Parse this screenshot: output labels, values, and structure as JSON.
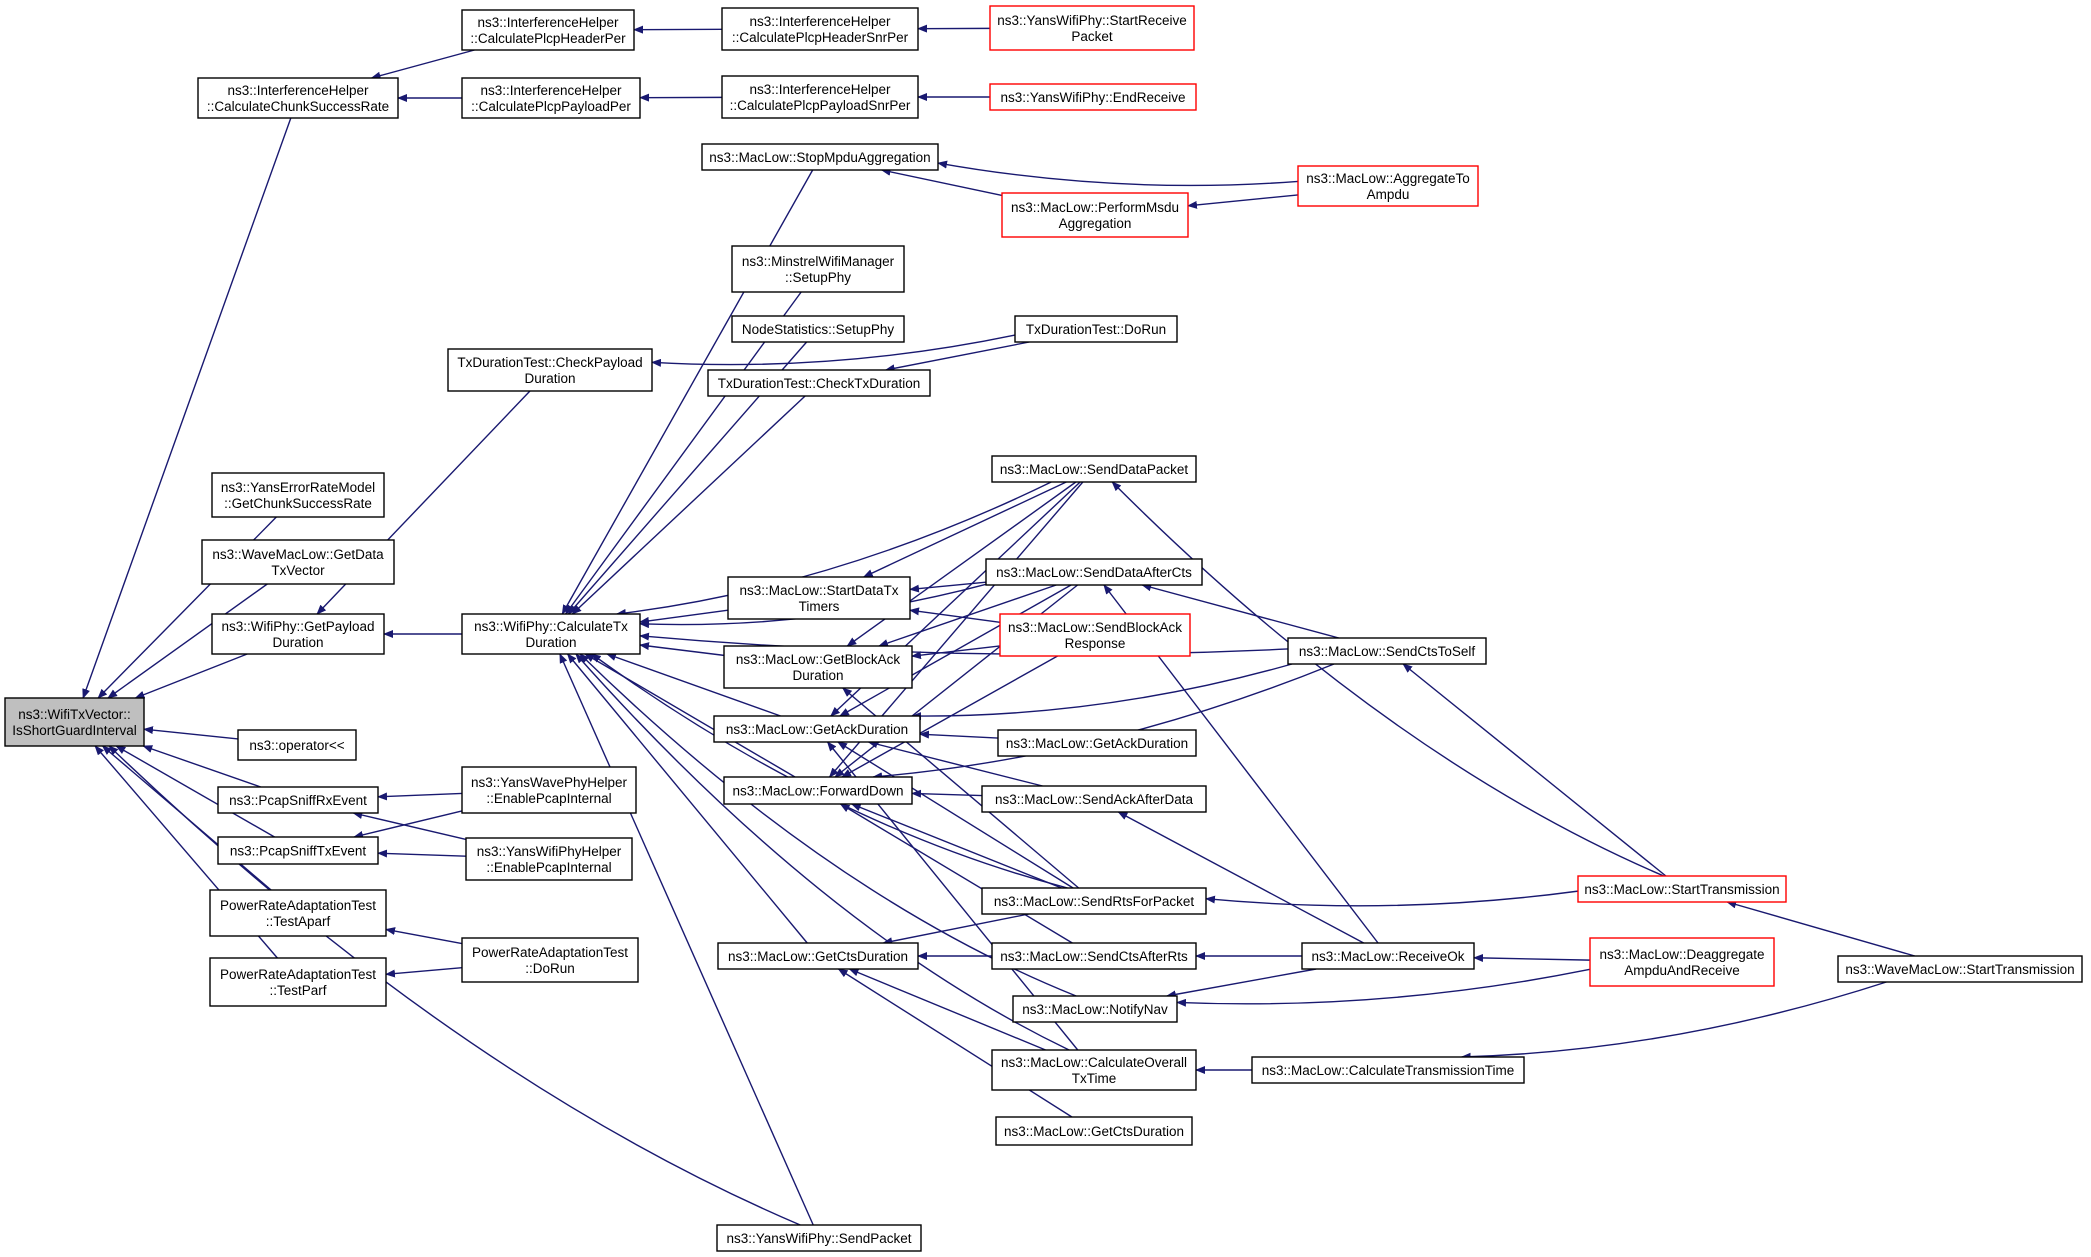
{
  "colors": {
    "edge": "#191970",
    "node_border": "#000000",
    "node_border_truncated": "#ff0000",
    "root_fill": "#bfbfbf",
    "node_fill": "#ffffff"
  },
  "nodes": [
    {
      "id": "root",
      "lines": [
        "ns3::WifiTxVector::",
        "IsShortGuardInterval"
      ],
      "style": "root"
    },
    {
      "id": "calcChunk",
      "lines": [
        "ns3::InterferenceHelper",
        "::CalculateChunkSuccessRate"
      ],
      "style": "normal"
    },
    {
      "id": "yansErr",
      "lines": [
        "ns3::YansErrorRateModel",
        "::GetChunkSuccessRate"
      ],
      "style": "normal"
    },
    {
      "id": "waveMacGet",
      "lines": [
        "ns3::WaveMacLow::GetData",
        "TxVector"
      ],
      "style": "normal"
    },
    {
      "id": "getPayload",
      "lines": [
        "ns3::WifiPhy::GetPayload",
        "Duration"
      ],
      "style": "normal"
    },
    {
      "id": "opLess",
      "lines": [
        "ns3::operator<<"
      ],
      "style": "normal"
    },
    {
      "id": "pcapRx",
      "lines": [
        "ns3::PcapSniffRxEvent"
      ],
      "style": "normal"
    },
    {
      "id": "pcapTx",
      "lines": [
        "ns3::PcapSniffTxEvent"
      ],
      "style": "normal"
    },
    {
      "id": "testAparf",
      "lines": [
        "PowerRateAdaptationTest",
        "::TestAparf"
      ],
      "style": "normal"
    },
    {
      "id": "testParf",
      "lines": [
        "PowerRateAdaptationTest",
        "::TestParf"
      ],
      "style": "normal"
    },
    {
      "id": "calcHdrPer",
      "lines": [
        "ns3::InterferenceHelper",
        "::CalculatePlcpHeaderPer"
      ],
      "style": "normal"
    },
    {
      "id": "calcPayPer",
      "lines": [
        "ns3::InterferenceHelper",
        "::CalculatePlcpPayloadPer"
      ],
      "style": "normal"
    },
    {
      "id": "checkPayload",
      "lines": [
        "TxDurationTest::CheckPayload",
        "Duration"
      ],
      "style": "normal"
    },
    {
      "id": "calcTx",
      "lines": [
        "ns3::WifiPhy::CalculateTx",
        "Duration"
      ],
      "style": "normal"
    },
    {
      "id": "yansWavePhy",
      "lines": [
        "ns3::YansWavePhyHelper",
        "::EnablePcapInternal"
      ],
      "style": "normal"
    },
    {
      "id": "yansWifiPhyH",
      "lines": [
        "ns3::YansWifiPhyHelper",
        "::EnablePcapInternal"
      ],
      "style": "normal"
    },
    {
      "id": "praDoRun",
      "lines": [
        "PowerRateAdaptationTest",
        "::DoRun"
      ],
      "style": "normal"
    },
    {
      "id": "calcHdrSnr",
      "lines": [
        "ns3::InterferenceHelper",
        "::CalculatePlcpHeaderSnrPer"
      ],
      "style": "normal"
    },
    {
      "id": "calcPaySnr",
      "lines": [
        "ns3::InterferenceHelper",
        "::CalculatePlcpPayloadSnrPer"
      ],
      "style": "normal"
    },
    {
      "id": "stopMpdu",
      "lines": [
        "ns3::MacLow::StopMpduAggregation"
      ],
      "style": "normal"
    },
    {
      "id": "minstrel",
      "lines": [
        "ns3::MinstrelWifiManager",
        "::SetupPhy"
      ],
      "style": "normal"
    },
    {
      "id": "nodeStats",
      "lines": [
        "NodeStatistics::SetupPhy"
      ],
      "style": "normal"
    },
    {
      "id": "checkTxDur",
      "lines": [
        "TxDurationTest::CheckTxDuration"
      ],
      "style": "normal"
    },
    {
      "id": "startDataTx",
      "lines": [
        "ns3::MacLow::StartDataTx",
        "Timers"
      ],
      "style": "normal"
    },
    {
      "id": "getBlockAck",
      "lines": [
        "ns3::MacLow::GetBlockAck",
        "Duration"
      ],
      "style": "normal"
    },
    {
      "id": "getAckDur",
      "lines": [
        "ns3::MacLow::GetAckDuration"
      ],
      "style": "normal"
    },
    {
      "id": "forwardDown",
      "lines": [
        "ns3::MacLow::ForwardDown"
      ],
      "style": "normal"
    },
    {
      "id": "getCtsDur",
      "lines": [
        "ns3::MacLow::GetCtsDuration"
      ],
      "style": "normal"
    },
    {
      "id": "yansSendPkt",
      "lines": [
        "ns3::YansWifiPhy::SendPacket"
      ],
      "style": "normal"
    },
    {
      "id": "yansStartRecv",
      "lines": [
        "ns3::YansWifiPhy::StartReceive",
        "Packet"
      ],
      "style": "truncated"
    },
    {
      "id": "yansEndRecv",
      "lines": [
        "ns3::YansWifiPhy::EndReceive"
      ],
      "style": "truncated"
    },
    {
      "id": "performMsdu",
      "lines": [
        "ns3::MacLow::PerformMsdu",
        "Aggregation"
      ],
      "style": "truncated"
    },
    {
      "id": "txDoRun",
      "lines": [
        "TxDurationTest::DoRun"
      ],
      "style": "normal"
    },
    {
      "id": "sendDataPkt",
      "lines": [
        "ns3::MacLow::SendDataPacket"
      ],
      "style": "normal"
    },
    {
      "id": "sendDataAfterCts",
      "lines": [
        "ns3::MacLow::SendDataAfterCts"
      ],
      "style": "normal"
    },
    {
      "id": "sendBlockAck",
      "lines": [
        "ns3::MacLow::SendBlockAck",
        "Response"
      ],
      "style": "truncated"
    },
    {
      "id": "getAckDur2",
      "lines": [
        "ns3::MacLow::GetAckDuration"
      ],
      "style": "normal"
    },
    {
      "id": "sendAckAfterData",
      "lines": [
        "ns3::MacLow::SendAckAfterData"
      ],
      "style": "normal"
    },
    {
      "id": "sendRts",
      "lines": [
        "ns3::MacLow::SendRtsForPacket"
      ],
      "style": "normal"
    },
    {
      "id": "sendCtsAfterRts",
      "lines": [
        "ns3::MacLow::SendCtsAfterRts"
      ],
      "style": "normal"
    },
    {
      "id": "notifyNav",
      "lines": [
        "ns3::MacLow::NotifyNav"
      ],
      "style": "normal"
    },
    {
      "id": "calcOverall",
      "lines": [
        "ns3::MacLow::CalculateOverall",
        "TxTime"
      ],
      "style": "normal"
    },
    {
      "id": "getCtsDur2",
      "lines": [
        "ns3::MacLow::GetCtsDuration"
      ],
      "style": "normal"
    },
    {
      "id": "aggToAmpdu",
      "lines": [
        "ns3::MacLow::AggregateTo",
        "Ampdu"
      ],
      "style": "truncated"
    },
    {
      "id": "sendCtsToSelf",
      "lines": [
        "ns3::MacLow::SendCtsToSelf"
      ],
      "style": "normal"
    },
    {
      "id": "receiveOk",
      "lines": [
        "ns3::MacLow::ReceiveOk"
      ],
      "style": "normal"
    },
    {
      "id": "calcTransTime",
      "lines": [
        "ns3::MacLow::CalculateTransmissionTime"
      ],
      "style": "normal"
    },
    {
      "id": "startTrans",
      "lines": [
        "ns3::MacLow::StartTransmission"
      ],
      "style": "truncated"
    },
    {
      "id": "deaggregate",
      "lines": [
        "ns3::MacLow::Deaggregate",
        "AmpduAndReceive"
      ],
      "style": "truncated"
    },
    {
      "id": "waveStartTrans",
      "lines": [
        "ns3::WaveMacLow::StartTransmission"
      ],
      "style": "normal"
    }
  ],
  "edges": [
    [
      "calcChunk",
      "root"
    ],
    [
      "yansErr",
      "root"
    ],
    [
      "waveMacGet",
      "root"
    ],
    [
      "getPayload",
      "root"
    ],
    [
      "opLess",
      "root"
    ],
    [
      "pcapRx",
      "root"
    ],
    [
      "pcapTx",
      "root"
    ],
    [
      "testAparf",
      "root"
    ],
    [
      "testParf",
      "root"
    ],
    [
      "yansSendPkt",
      "root"
    ],
    [
      "calcHdrPer",
      "calcChunk"
    ],
    [
      "calcPayPer",
      "calcChunk"
    ],
    [
      "calcHdrSnr",
      "calcHdrPer"
    ],
    [
      "calcPaySnr",
      "calcPayPer"
    ],
    [
      "yansStartRecv",
      "calcHdrSnr"
    ],
    [
      "yansEndRecv",
      "calcPaySnr"
    ],
    [
      "checkPayload",
      "getPayload"
    ],
    [
      "calcTx",
      "getPayload"
    ],
    [
      "txDoRun",
      "checkPayload"
    ],
    [
      "yansWavePhy",
      "pcapRx"
    ],
    [
      "yansWifiPhyH",
      "pcapRx"
    ],
    [
      "yansWavePhy",
      "pcapTx"
    ],
    [
      "yansWifiPhyH",
      "pcapTx"
    ],
    [
      "praDoRun",
      "testAparf"
    ],
    [
      "praDoRun",
      "testParf"
    ],
    [
      "stopMpdu",
      "calcTx"
    ],
    [
      "minstrel",
      "calcTx"
    ],
    [
      "nodeStats",
      "calcTx"
    ],
    [
      "checkTxDur",
      "calcTx"
    ],
    [
      "startDataTx",
      "calcTx"
    ],
    [
      "getBlockAck",
      "calcTx"
    ],
    [
      "getAckDur",
      "calcTx"
    ],
    [
      "forwardDown",
      "calcTx"
    ],
    [
      "getCtsDur",
      "calcTx"
    ],
    [
      "yansSendPkt",
      "calcTx"
    ],
    [
      "sendDataPkt",
      "calcTx"
    ],
    [
      "sendDataAfterCts",
      "calcTx"
    ],
    [
      "sendCtsToSelf",
      "calcTx"
    ],
    [
      "sendRts",
      "calcTx"
    ],
    [
      "calcOverall",
      "calcTx"
    ],
    [
      "notifyNav",
      "calcTx"
    ],
    [
      "performMsdu",
      "stopMpdu"
    ],
    [
      "aggToAmpdu",
      "stopMpdu"
    ],
    [
      "aggToAmpdu",
      "performMsdu"
    ],
    [
      "txDoRun",
      "checkTxDur"
    ],
    [
      "sendDataPkt",
      "startDataTx"
    ],
    [
      "sendDataAfterCts",
      "startDataTx"
    ],
    [
      "sendBlockAck",
      "startDataTx"
    ],
    [
      "sendDataPkt",
      "getBlockAck"
    ],
    [
      "sendDataAfterCts",
      "getBlockAck"
    ],
    [
      "sendBlockAck",
      "getBlockAck"
    ],
    [
      "sendRts",
      "getBlockAck"
    ],
    [
      "sendDataPkt",
      "getAckDur"
    ],
    [
      "sendDataAfterCts",
      "getAckDur"
    ],
    [
      "getAckDur2",
      "getAckDur"
    ],
    [
      "sendAckAfterData",
      "getAckDur"
    ],
    [
      "sendRts",
      "getAckDur"
    ],
    [
      "sendCtsToSelf",
      "getAckDur"
    ],
    [
      "calcOverall",
      "getAckDur"
    ],
    [
      "sendDataPkt",
      "forwardDown"
    ],
    [
      "sendDataAfterCts",
      "forwardDown"
    ],
    [
      "sendBlockAck",
      "forwardDown"
    ],
    [
      "sendAckAfterData",
      "forwardDown"
    ],
    [
      "sendRts",
      "forwardDown"
    ],
    [
      "sendCtsAfterRts",
      "forwardDown"
    ],
    [
      "sendCtsToSelf",
      "forwardDown"
    ],
    [
      "sendRts",
      "getCtsDur"
    ],
    [
      "sendCtsAfterRts",
      "getCtsDur"
    ],
    [
      "calcOverall",
      "getCtsDur"
    ],
    [
      "getCtsDur2",
      "getCtsDur"
    ],
    [
      "startTrans",
      "sendDataPkt"
    ],
    [
      "sendCtsToSelf",
      "sendDataAfterCts"
    ],
    [
      "receiveOk",
      "sendDataAfterCts"
    ],
    [
      "receiveOk",
      "sendAckAfterData"
    ],
    [
      "startTrans",
      "sendRts"
    ],
    [
      "receiveOk",
      "sendCtsAfterRts"
    ],
    [
      "receiveOk",
      "notifyNav"
    ],
    [
      "deaggregate",
      "notifyNav"
    ],
    [
      "calcTransTime",
      "calcOverall"
    ],
    [
      "startTrans",
      "sendCtsToSelf"
    ],
    [
      "deaggregate",
      "receiveOk"
    ],
    [
      "waveStartTrans",
      "startTrans"
    ],
    [
      "waveStartTrans",
      "calcTransTime"
    ]
  ]
}
